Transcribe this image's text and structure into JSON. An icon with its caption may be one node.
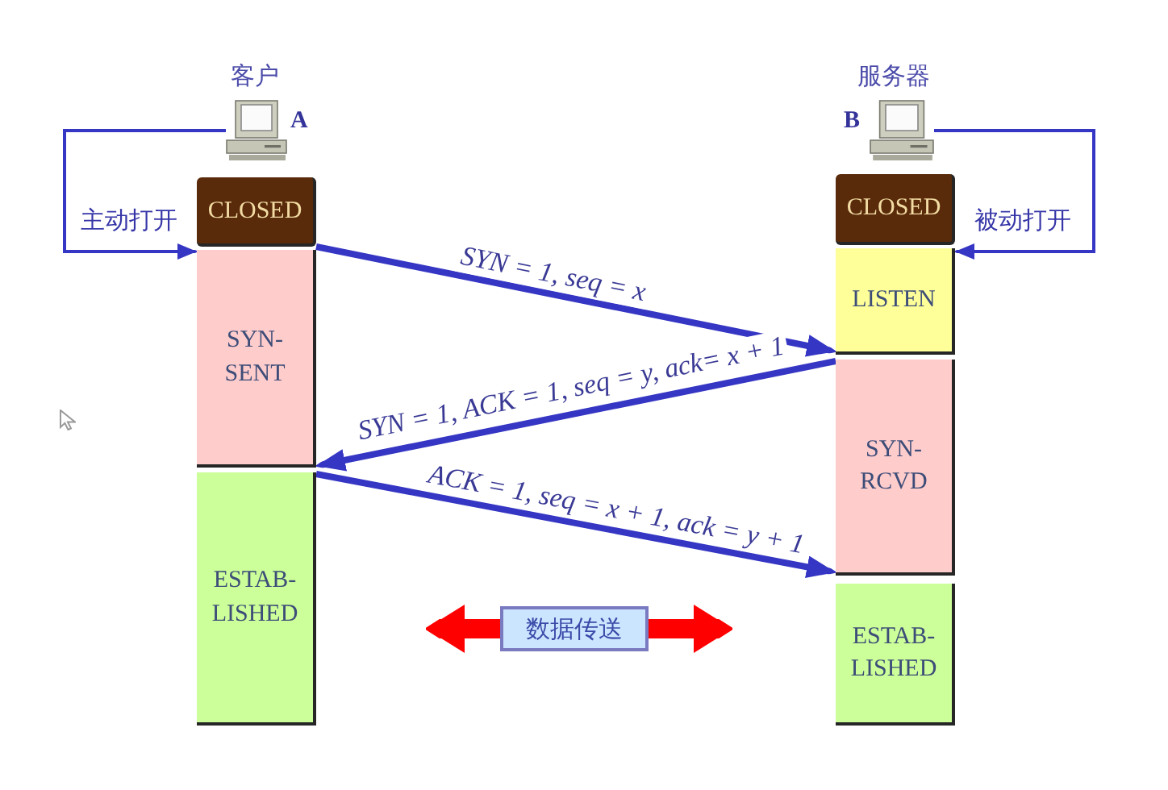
{
  "diagram": {
    "nodes": [
      {
        "text": [],
        "shape": "picture",
        "beside": [
          "客户",
          "A"
        ]
      },
      {
        "text": [
          "CLOSED"
        ]
      },
      {
        "text": [
          "SYN- SENT"
        ]
      },
      {
        "text": [
          "ESTAB- LISHED"
        ]
      },
      {
        "text": [],
        "shape": "picture",
        "beside": [
          "服务器",
          "B"
        ]
      },
      {
        "text": [
          "CLOSED"
        ]
      },
      {
        "text": [
          "LISTEN"
        ]
      },
      {
        "text": [
          "SYN- RCVD"
        ]
      },
      {
        "text": [
          "ESTAB- LISHED"
        ]
      },
      {
        "text": [
          "数据传送"
        ]
      }
    ],
    "edges": [
      {
        "from": 0,
        "to": 2,
        "arrow": "to",
        "label": "主动打开"
      },
      {
        "from": 4,
        "to": 6,
        "arrow": "to",
        "label": "被动打开"
      },
      {
        "from": 1,
        "to": 6,
        "arrow": "to",
        "label": "SYN = 1, seq = x"
      },
      {
        "from": 7,
        "to": 2,
        "arrow": "to",
        "label": "SYN = 1, ACK = 1, seq = y, ack= x + 1"
      },
      {
        "from": 3,
        "to": 7,
        "arrow": "to",
        "label": "ACK = 1, seq = x + 1, ack = y + 1"
      },
      {
        "from": 9,
        "to": null,
        "arrow": "to",
        "style": "thick",
        "color": "#ff0000"
      },
      {
        "from": 9,
        "to": null,
        "arrow": "to",
        "style": "thick",
        "color": "#ff0000"
      }
    ]
  }
}
